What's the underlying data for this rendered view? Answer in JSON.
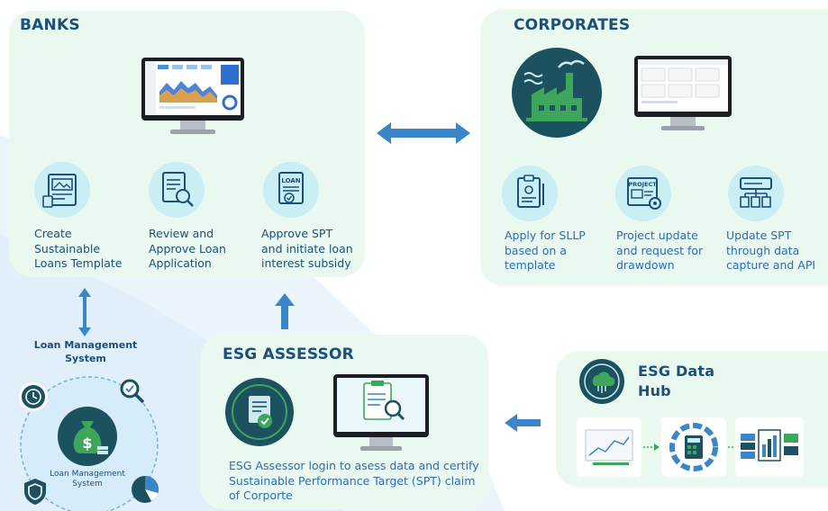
{
  "banks": {
    "title": "BANKS",
    "steps": [
      {
        "lines": [
          "Create",
          "Sustainable",
          "Loans Template"
        ],
        "icon": "template-design-icon"
      },
      {
        "lines": [
          "Review and",
          "Approve Loan",
          "Application"
        ],
        "icon": "document-search-icon"
      },
      {
        "lines": [
          "Approve SPT",
          "and initiate loan",
          "interest subsidy"
        ],
        "icon": "loan-document-icon"
      }
    ]
  },
  "corporates": {
    "title": "CORPORATES",
    "steps": [
      {
        "lines": [
          "Apply for SLLP",
          "based on a",
          "template"
        ],
        "icon": "clipboard-icon"
      },
      {
        "lines": [
          "Project update",
          "and request for",
          "drawdown"
        ],
        "icon": "project-icon"
      },
      {
        "lines": [
          "Update SPT",
          "through data",
          "capture and API"
        ],
        "icon": "api-flow-icon"
      }
    ]
  },
  "assessor": {
    "title": "ESG ASSESSOR",
    "description": [
      "ESG Assessor login to asess data and certify",
      "Sustainable Performance Target (SPT) claim",
      "of Corporte"
    ]
  },
  "data_hub": {
    "title_lines": [
      "ESG Data",
      "Hub"
    ]
  },
  "lms": {
    "label_lines": [
      "Loan Management",
      "System"
    ],
    "inner_label_lines": [
      "Loan Management",
      "System"
    ]
  },
  "colors": {
    "panel": "#e9f9f0",
    "navy": "#1d4f7a",
    "arrow_blue": "#3a86c8",
    "dark_circle": "#1c5160",
    "green": "#3ea65a"
  }
}
